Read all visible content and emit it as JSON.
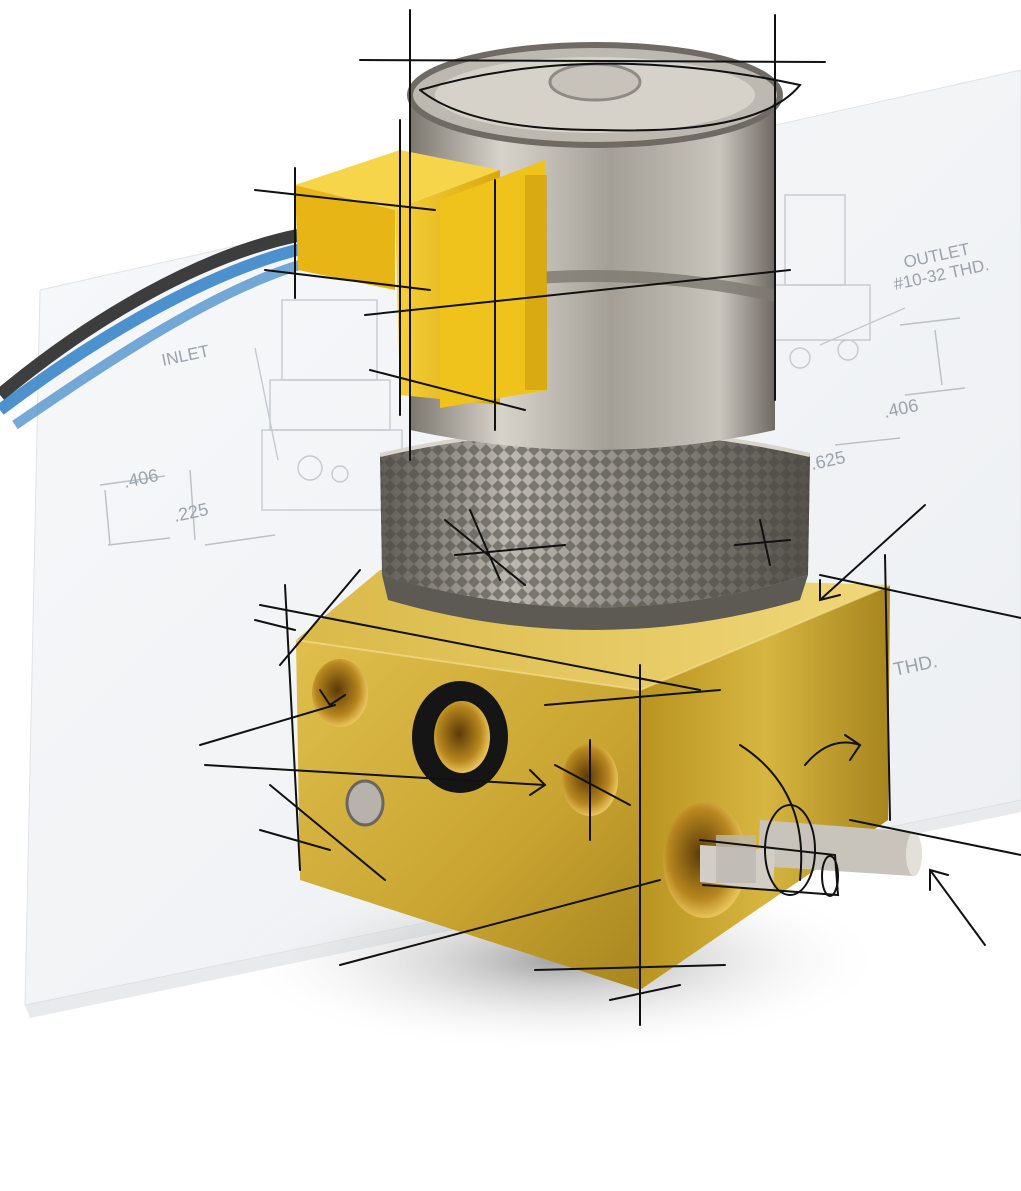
{
  "drawing_labels": {
    "outlet_line1": "OUTLET",
    "outlet_line2": "#10-32 THD.",
    "inlet": "INLET",
    "dim_406_right": ".406",
    "dim_625": ".625",
    "dim_406_left": ".406",
    "dim_225": ".225",
    "thd_right": "THD."
  },
  "colors": {
    "brass": "#c9a431",
    "brass_dark": "#8f6d12",
    "steel": "#a7a39b",
    "steel_dark": "#6f6b64",
    "connector_yellow": "#f3c318",
    "wire_blue": "#3a86c8",
    "wire_black": "#1c1c1c",
    "seal_black": "#151515"
  }
}
